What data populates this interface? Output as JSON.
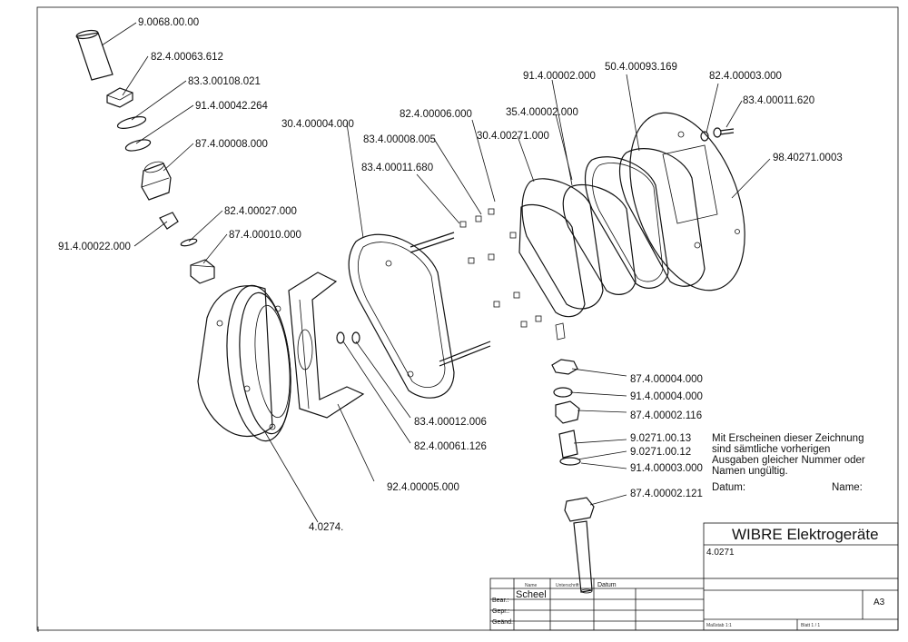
{
  "part_labels": [
    "9.0068.00.00",
    "82.4.00063.612",
    "83.3.00108.021",
    "91.4.00042.264",
    "87.4.00008.000",
    "82.4.00027.000",
    "87.4.00010.000",
    "91.4.00022.000",
    "30.4.00004.000",
    "83.4.00011.680",
    "83.4.00008.005",
    "82.4.00006.000",
    "30.4.00271.000",
    "91.4.00002.000",
    "35.4.00002.000",
    "50.4.00093.169",
    "82.4.00003.000",
    "83.4.00011.620",
    "98.40271.0003",
    "87.4.00004.000",
    "91.4.00004.000",
    "87.4.00002.116",
    "9.0271.00.13",
    "9.0271.00.12",
    "91.4.00003.000",
    "87.4.00002.121",
    "83.4.00012.006",
    "82.4.00061.126",
    "92.4.00005.000",
    "4.0274."
  ],
  "note": {
    "lines": [
      "Mit Erscheinen dieser Zeichnung",
      "sind sämtliche vorherigen",
      "Ausgaben gleicher Nummer oder",
      "Namen ungültig."
    ],
    "date_label": "Datum:",
    "name_label": "Name:"
  },
  "title_block": {
    "company": "WIBRE Elektrogeräte",
    "drawing_number": "4.0271",
    "sheet_format": "A3",
    "col_name": "Name",
    "col_signature": "Unterschrift",
    "col_date": "Datum",
    "row_drawn": "Bear.:",
    "row_checked": "Gepr.:",
    "row_changed": "Geänd.:",
    "drawn_by": "Scheel",
    "scale_label": "Maßstab 1:1",
    "sheet_label": "Blatt 1 / 1"
  }
}
